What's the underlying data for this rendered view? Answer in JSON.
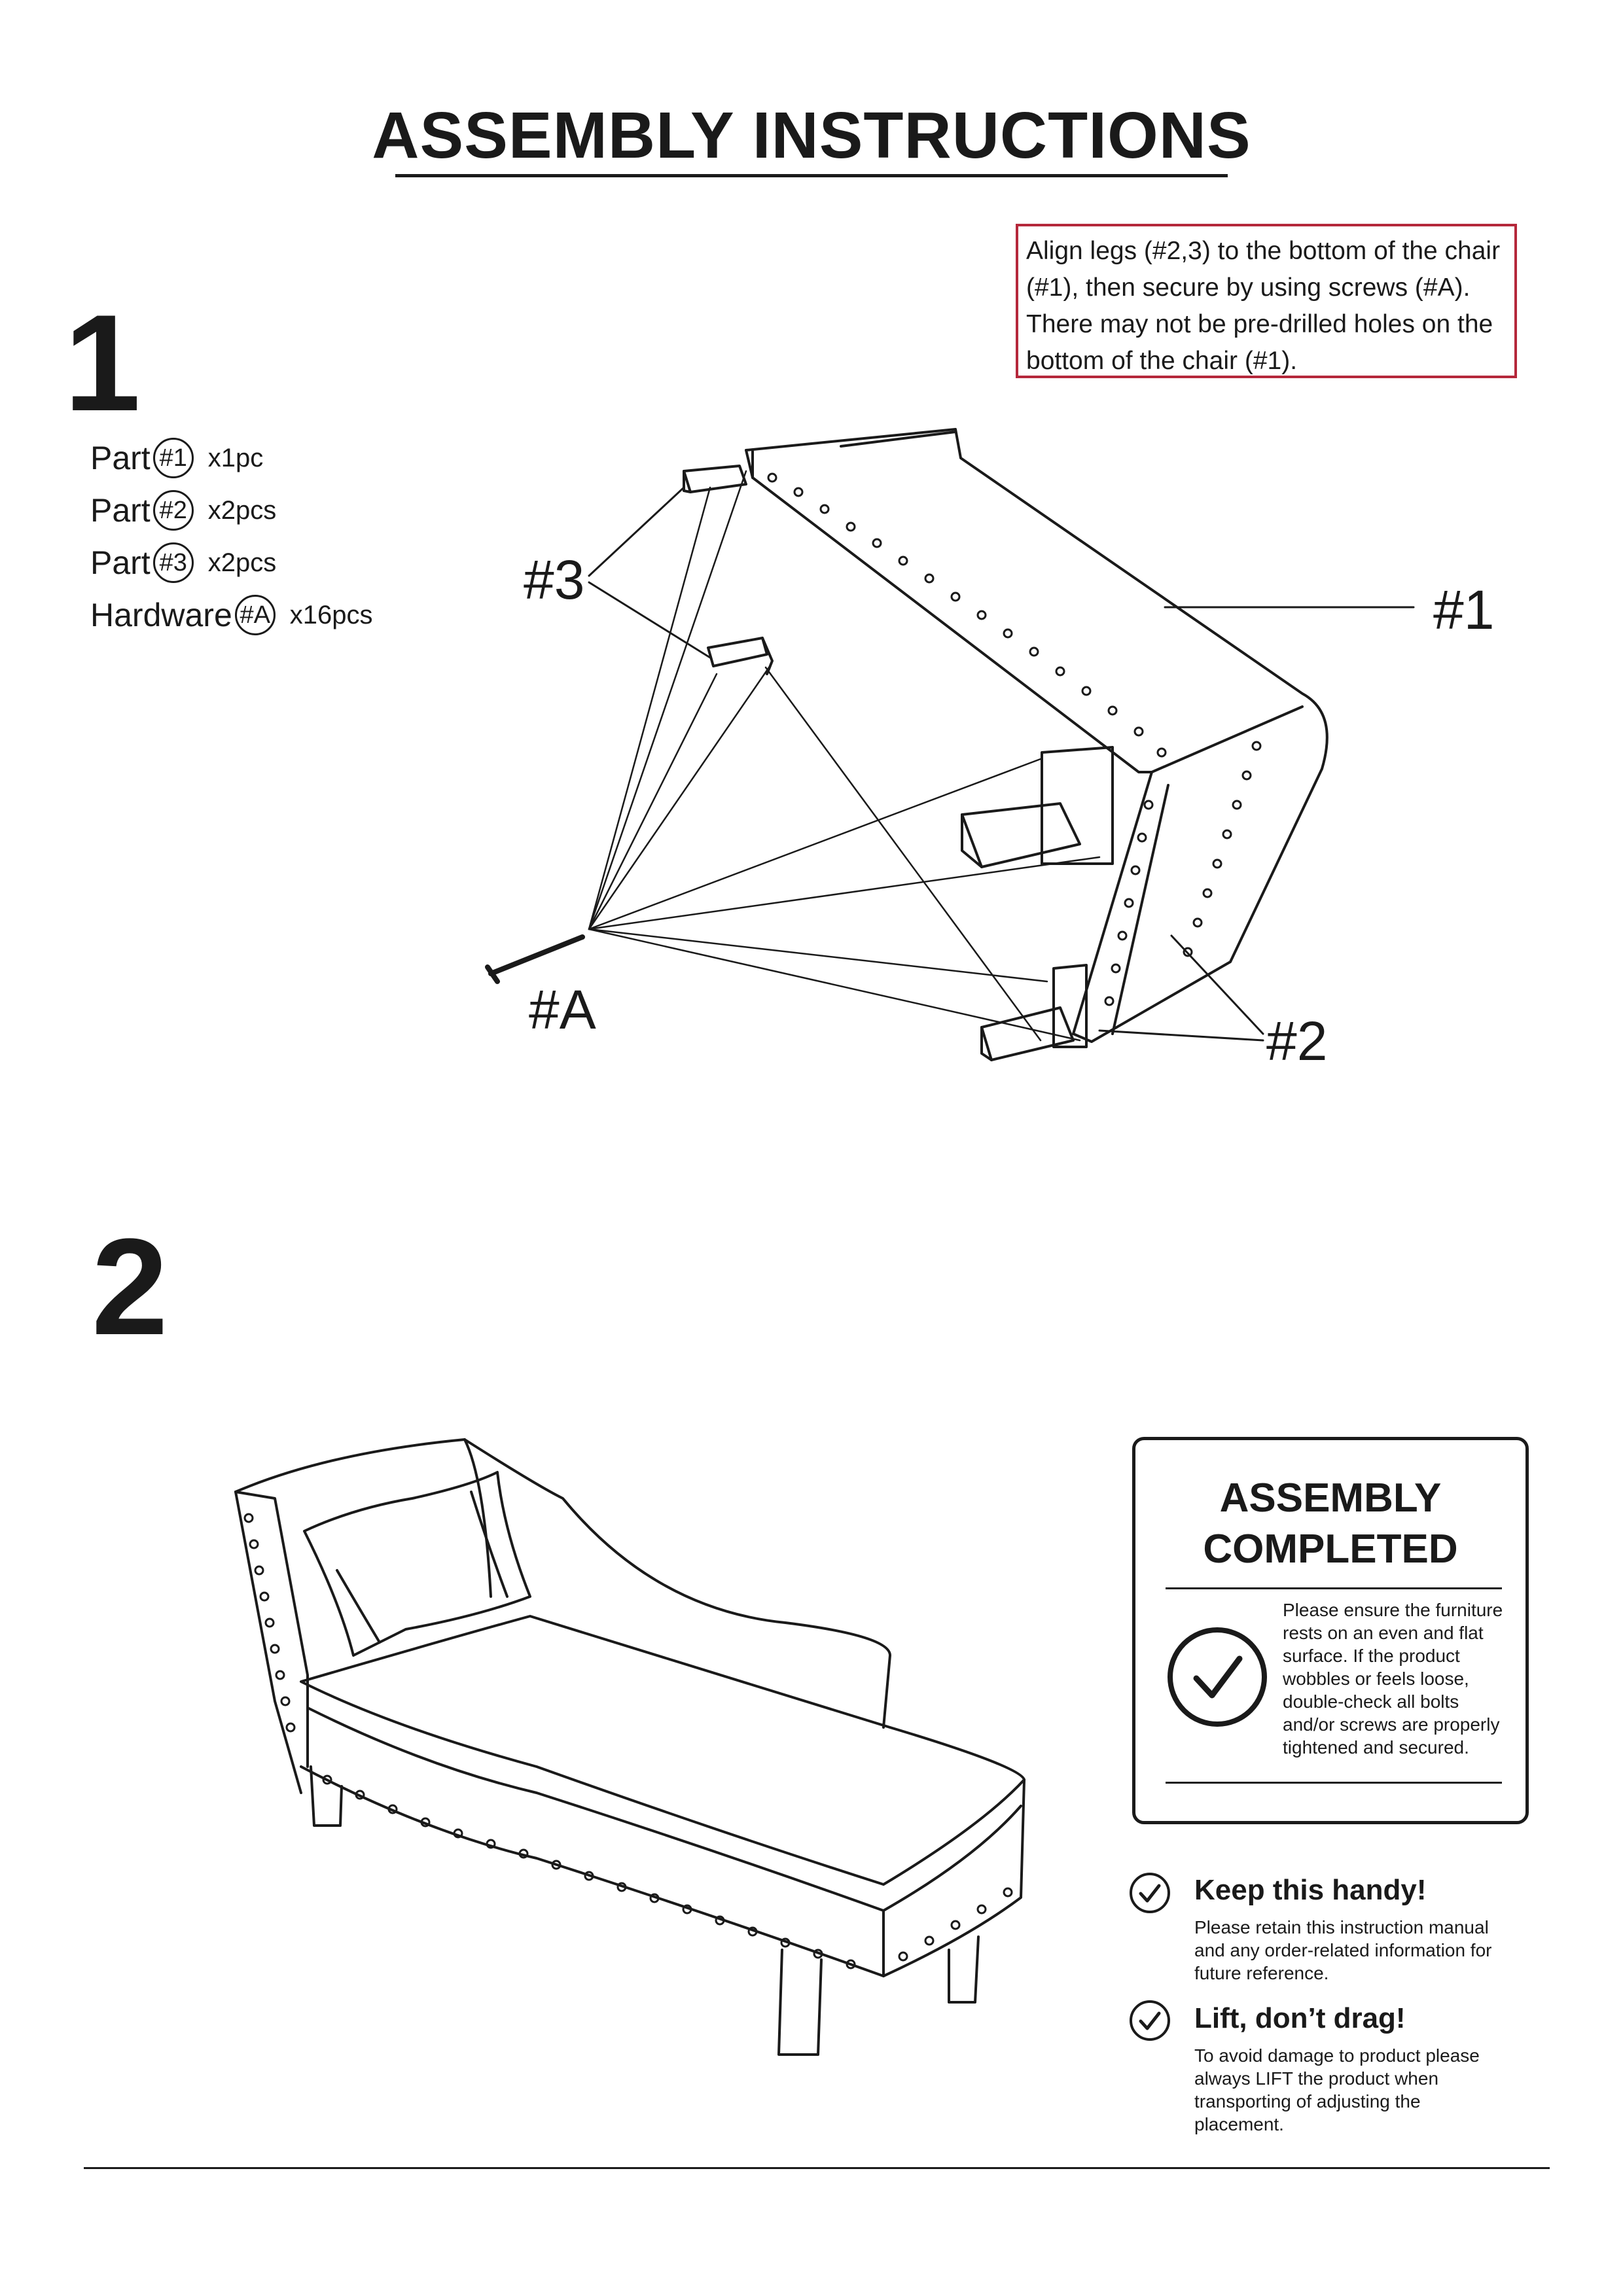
{
  "header": {
    "title": "ASSEMBLY INSTRUCTIONS"
  },
  "step1": {
    "number": "1",
    "parts": [
      {
        "prefix": "Part",
        "badge": "#1",
        "qty": "x1pc"
      },
      {
        "prefix": "Part",
        "badge": "#2",
        "qty": "x2pcs"
      },
      {
        "prefix": "Part",
        "badge": "#3",
        "qty": "x2pcs"
      },
      {
        "prefix": "Hardware",
        "badge": "#A",
        "qty": "x16pcs"
      }
    ],
    "note": "Align legs (#2,3) to the bottom of the chair (#1), then secure by using screws (#A). There may not be pre-drilled holes on the bottom of the chair (#1).",
    "callouts": {
      "part3": "#3",
      "part1": "#1",
      "partA": "#A",
      "part2": "#2"
    },
    "note_border_color": "#b5283b"
  },
  "step2": {
    "number": "2"
  },
  "completed": {
    "title_line1": "ASSEMBLY",
    "title_line2": "COMPLETED",
    "body": "Please ensure the furniture rests on an even and flat surface. If the product wobbles or feels loose, double-check all bolts and/or screws are properly tightened and secured.",
    "icon": "check-circle-icon"
  },
  "tips": [
    {
      "title": "Keep this handy!",
      "body": "Please retain this instruction manual and any order-related information for future reference.",
      "icon": "check-circle-icon"
    },
    {
      "title": "Lift, don’t drag!",
      "body": "To avoid damage to product please always LIFT the product when transporting of adjusting the placement.",
      "icon": "check-circle-icon"
    }
  ]
}
